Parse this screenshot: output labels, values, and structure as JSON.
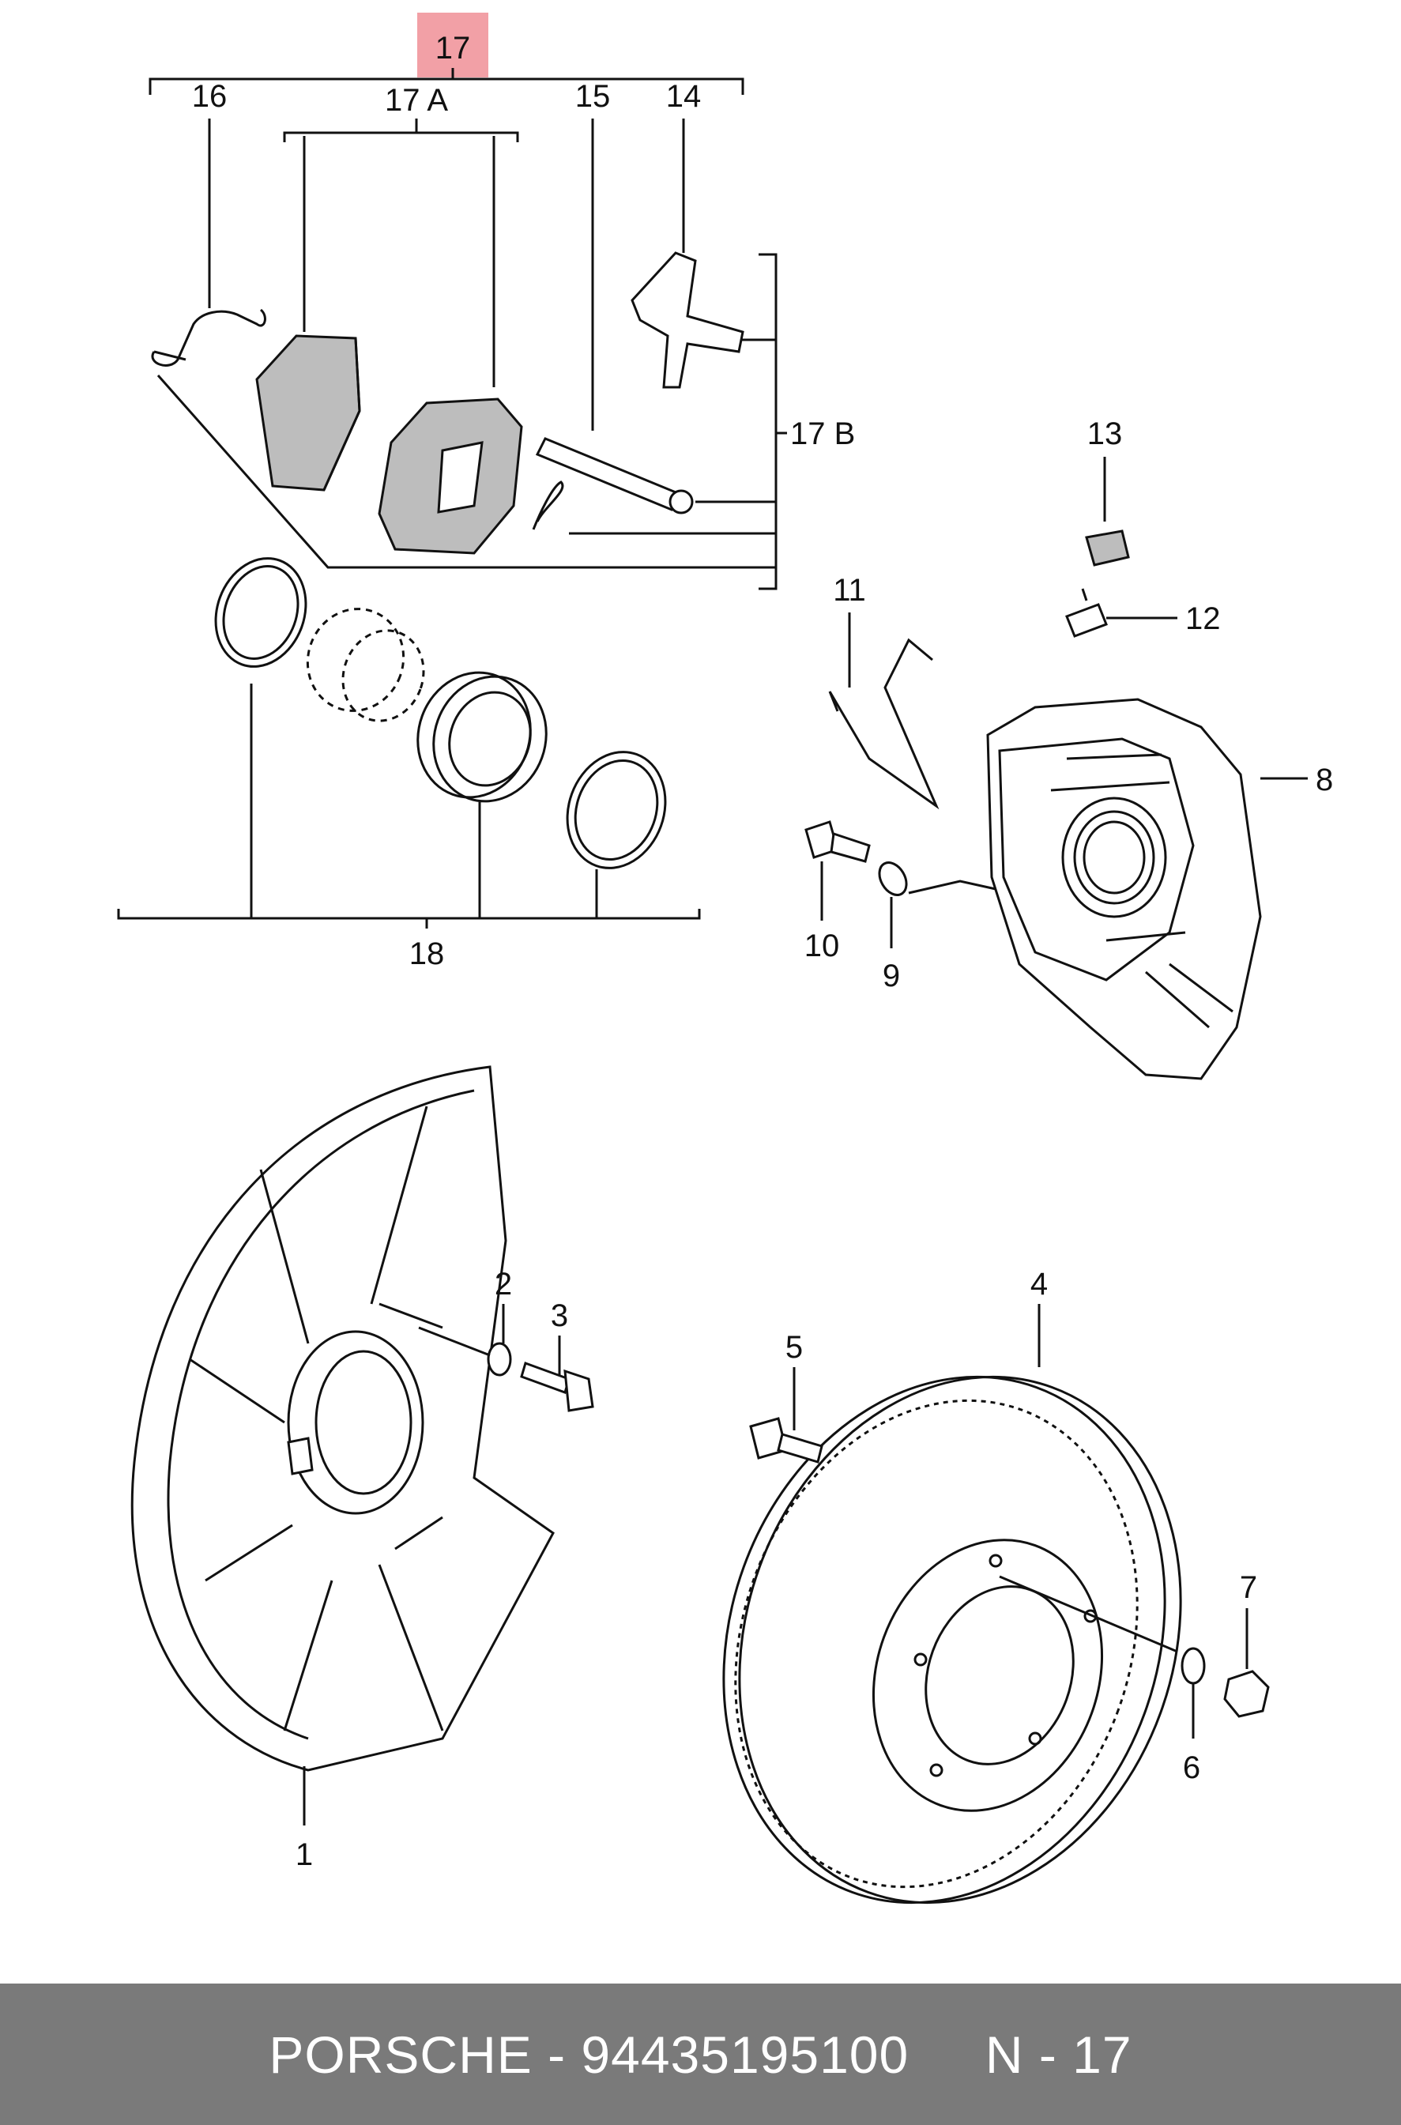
{
  "highlight_color": "#f2a0a6",
  "footer": {
    "text": "PORSCHE - 94435195100     N - 17",
    "background": "#7a7a7a"
  },
  "callouts": {
    "c17": "17",
    "c17a": "17 A",
    "c17b": "17 B",
    "c16": "16",
    "c15": "15",
    "c14": "14",
    "c13": "13",
    "c12": "12",
    "c11": "11",
    "c10": "10",
    "c9": "9",
    "c8": "8",
    "c18": "18",
    "c1": "1",
    "c2": "2",
    "c3": "3",
    "c4": "4",
    "c5": "5",
    "c6": "6",
    "c7": "7"
  }
}
